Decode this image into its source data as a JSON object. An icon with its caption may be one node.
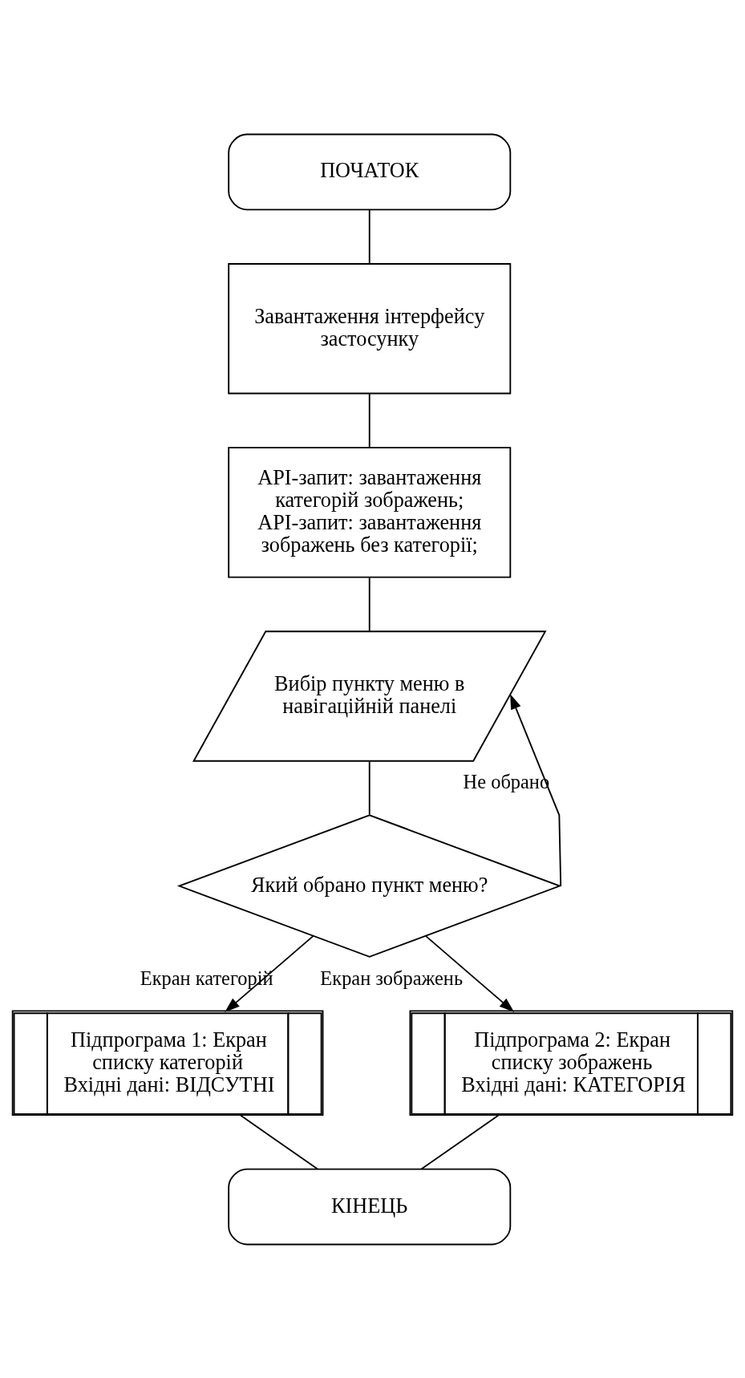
{
  "diagram": {
    "nodes": [
      {
        "text": [
          "ПОЧАТОК"
        ]
      },
      {
        "text": [
          "Завантаження інтерфейсу застосунку"
        ]
      },
      {
        "text": [
          "API-запит: завантаження категорій зображень; API-запит: завантаження зображень без категорії;"
        ]
      },
      {
        "text": [
          "Вибір пункту меню в навігаційній панелі"
        ]
      },
      {
        "text": [
          "Який обрано пункт меню?"
        ]
      },
      {
        "text": [
          "Підпрограма 1: Екран списку категорій Вхідні дані: ВІДСУТНІ"
        ]
      },
      {
        "text": [
          "Підпрограма 2: Екран списку зображень Вхідні дані: КАТЕГОРІЯ"
        ]
      },
      {
        "text": [
          "КІНЕЦЬ"
        ]
      }
    ],
    "edges": [
      {
        "from": 0,
        "to": 1,
        "arrow": "none"
      },
      {
        "from": 1,
        "to": 2,
        "arrow": "none"
      },
      {
        "from": 2,
        "to": 3,
        "arrow": "none"
      },
      {
        "from": 3,
        "to": 4,
        "arrow": "none"
      },
      {
        "from": 4,
        "to": 3,
        "arrow": "to",
        "label": "Не обрано"
      },
      {
        "from": 4,
        "to": 5,
        "arrow": "to",
        "label": "Екран категорій"
      },
      {
        "from": 4,
        "to": 6,
        "arrow": "to",
        "label": "Екран зображень"
      },
      {
        "from": 5,
        "to": 7,
        "arrow": "none"
      },
      {
        "from": 6,
        "to": 7,
        "arrow": "none"
      }
    ]
  }
}
